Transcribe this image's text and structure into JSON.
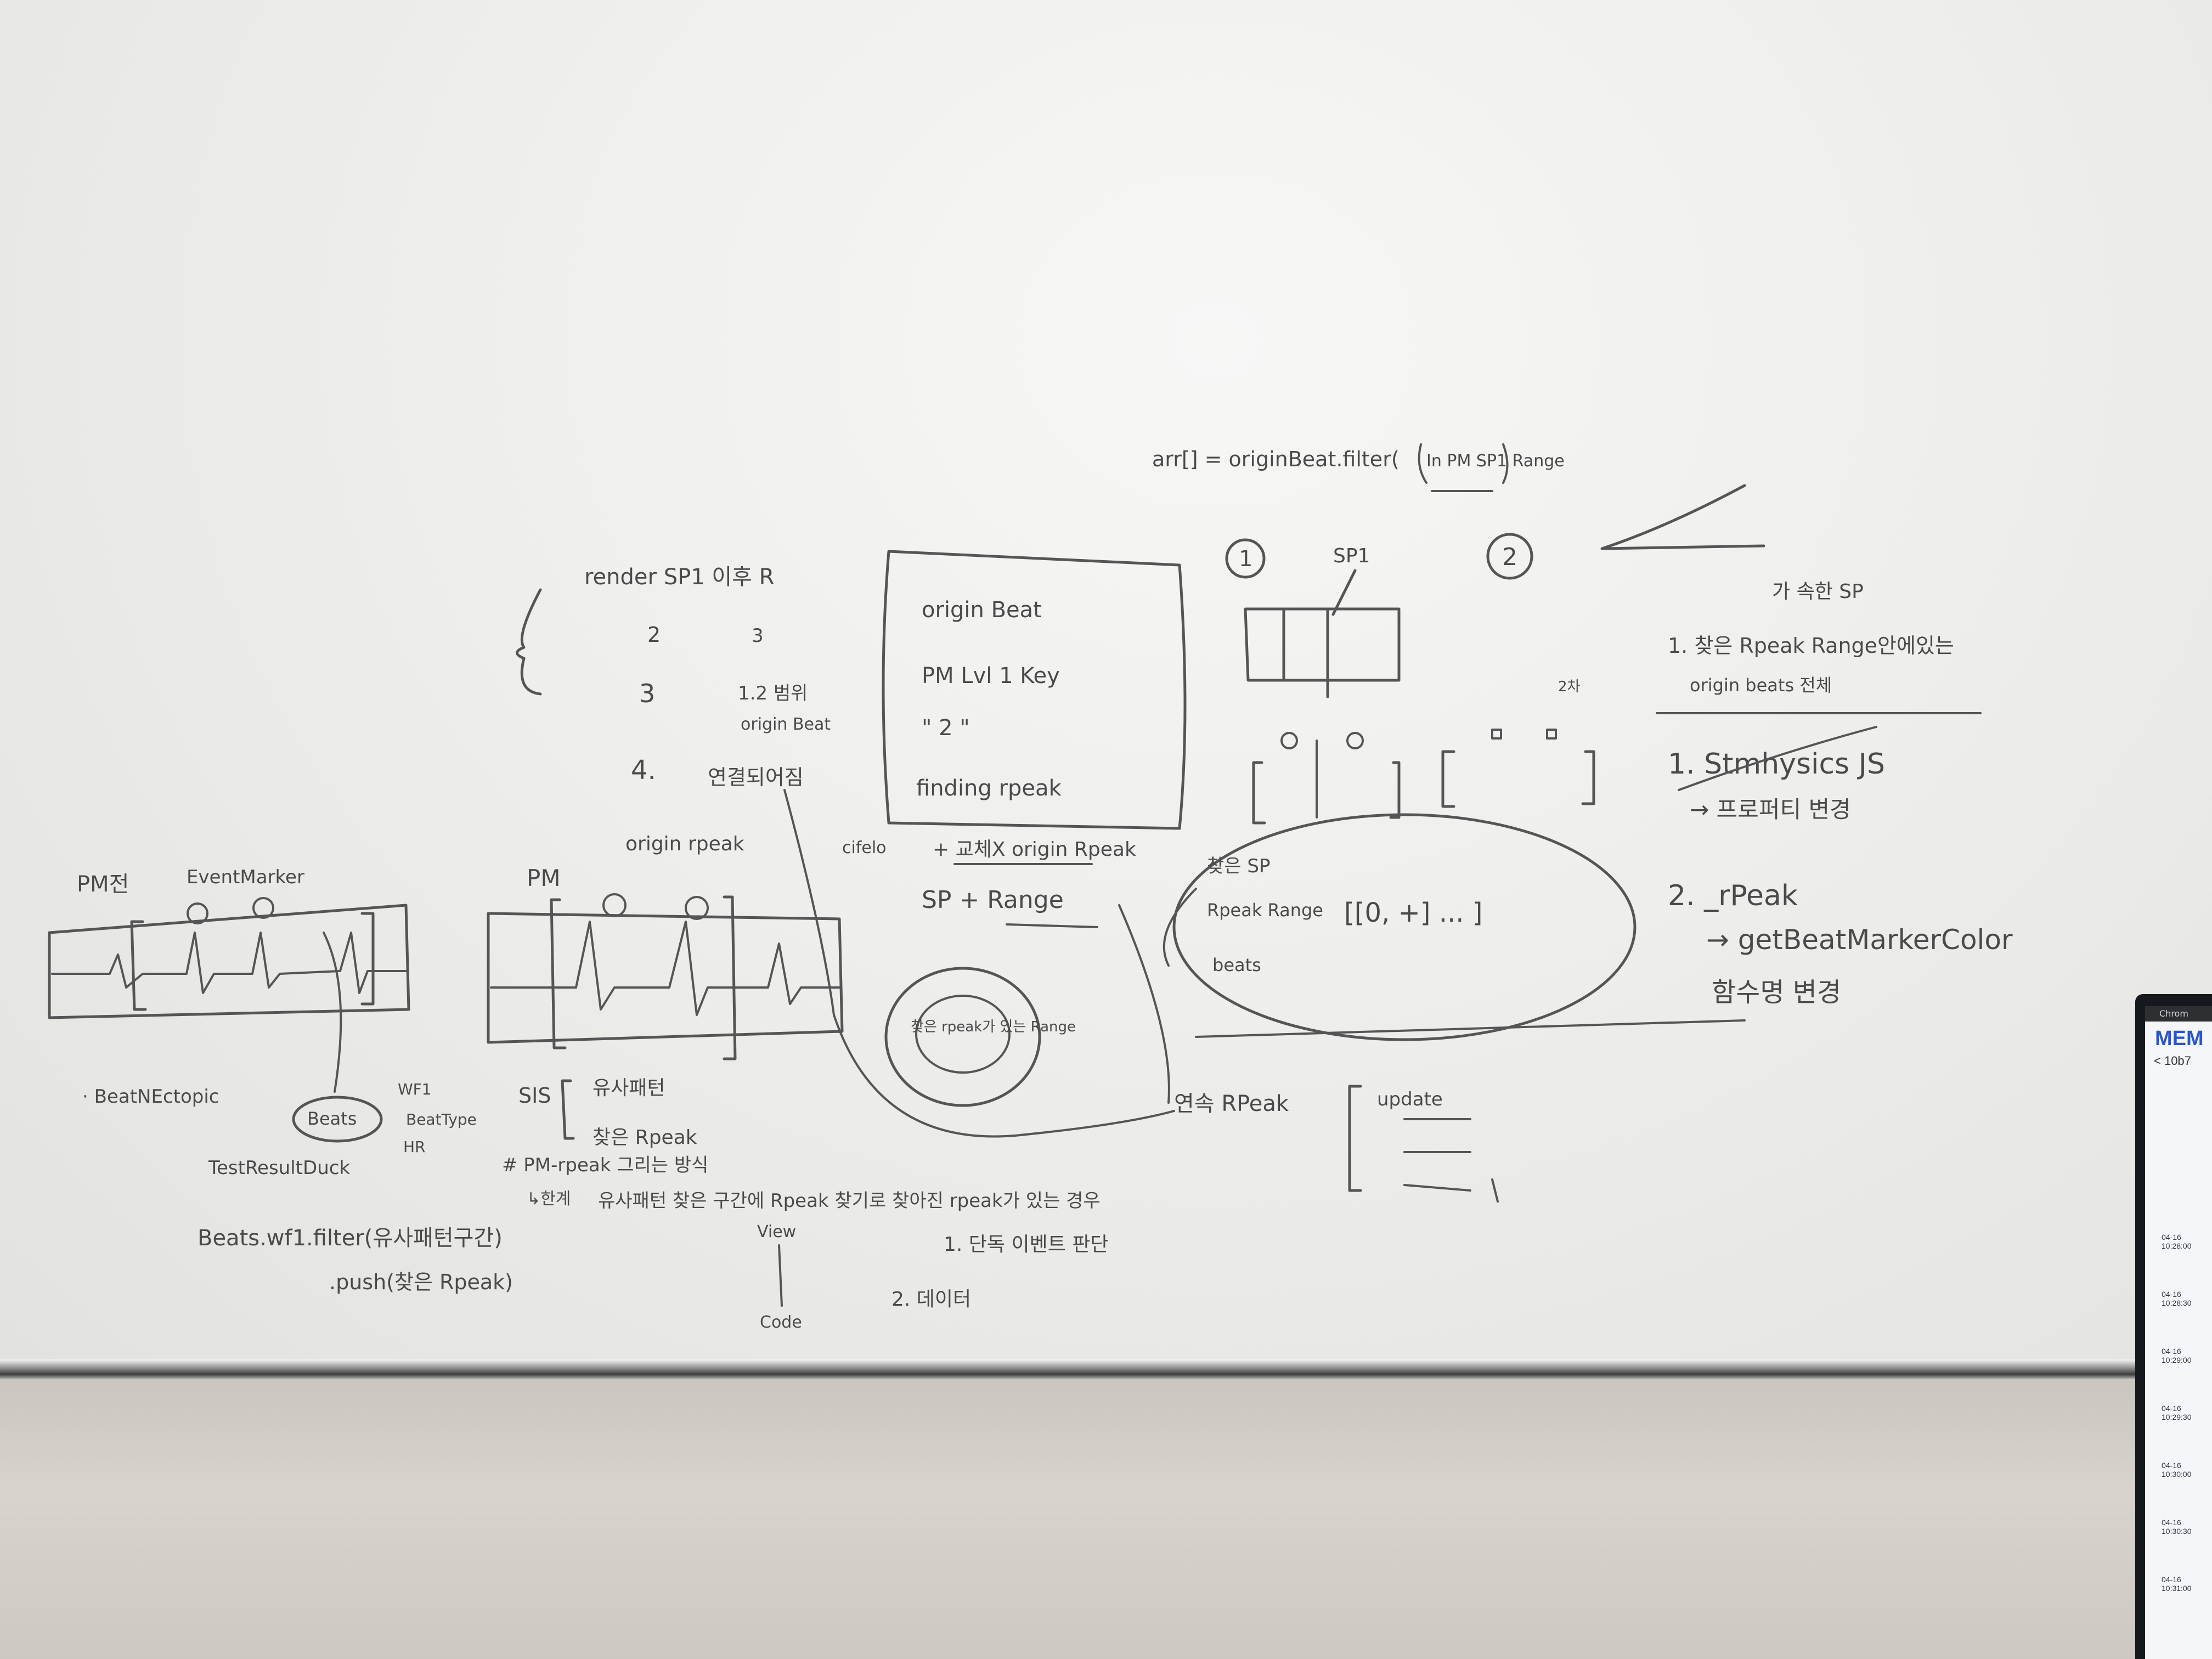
{
  "board": {
    "formula": "arr[] = originBeat.filter(",
    "formula_sub": "In PM SP1 Range",
    "list_header": "render SP1 이후 R",
    "list_2": "2",
    "list_2b": "3",
    "list_3": "3",
    "list_3b": "1.2 범위",
    "list_3c": "origin Beat",
    "list_4": "4.",
    "list_4b": "연결되어짐",
    "box_item1": "origin Beat",
    "box_item2": "PM Lvl 1 Key",
    "box_item3": "\" 2 \"",
    "box_item4": "finding rpeak",
    "box_bottom": "+ 교체X origin Rpeak",
    "circle1": "1",
    "circle2": "2",
    "sp1": "SP1",
    "second": "2차",
    "right_note1": "가 속한 SP",
    "right_note2": "1. 찾은 Rpeak Range안에있는",
    "right_note3": "origin beats 전체",
    "right_item1": "1. Stmhysics JS",
    "right_item1b": "→ 프로퍼티 변경",
    "right_item2": "2. _rPeak",
    "right_item2b": "→ getBeatMarkerColor",
    "right_item2c": "함수명 변경",
    "pm_before": "PM전",
    "event_marker": "EventMarker",
    "beat_ectopic": "· BeatNEctopic",
    "beats": "Beats",
    "wf1": "WF1",
    "beat_type": "BeatType",
    "hr": "HR",
    "test_result": "TestResultDuck",
    "pm": "PM",
    "origin_rpeak": "origin rpeak",
    "sis": "SIS",
    "similar": "유사패턴",
    "found_rpeak": "찾은 Rpeak",
    "pm_rpeak": "# PM-rpeak 그리는 방식",
    "limit": "↳한계",
    "limit_text": "유사패턴 찾은 구간에 Rpeak 찾기로 찾아진 rpeak가 있는 경우",
    "beats_filter": "Beats.wf1.filter(유사패턴구간)",
    "push": ".push(찾은 Rpeak)",
    "view": "View",
    "code": "Code",
    "opt1": "1. 단독 이벤트 판단",
    "opt2": "2. 데이터",
    "sp_range": "SP + Range",
    "circle_text": "찾은 rpeak가 있는 Range",
    "found_sp": "찾은 SP",
    "rpeak_range": "Rpeak Range",
    "range_val": "[[0, +] ... ]",
    "beats_label": "beats",
    "continuous": "연속 RPeak",
    "update": "update",
    "cifelo": "cifelo"
  },
  "monitor": {
    "tab": "Chrom",
    "title": "MEM",
    "crumb": "< 10b7",
    "rows": [
      {
        "date": "04-16",
        "time": "10:28:00"
      },
      {
        "date": "04-16",
        "time": "10:28:30"
      },
      {
        "date": "04-16",
        "time": "10:29:00"
      },
      {
        "date": "04-16",
        "time": "10:29:30"
      },
      {
        "date": "04-16",
        "time": "10:30:00"
      },
      {
        "date": "04-16",
        "time": "10:30:30"
      },
      {
        "date": "04-16",
        "time": "10:31:00"
      }
    ]
  }
}
